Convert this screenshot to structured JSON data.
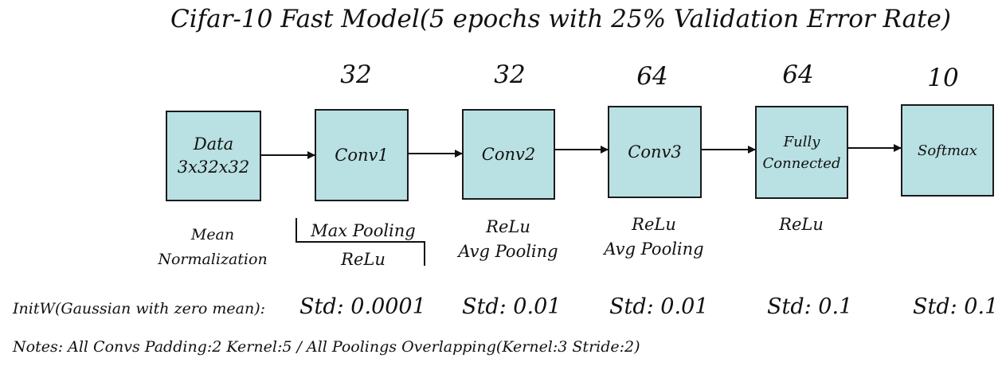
{
  "title": "Cifar-10 Fast Model(5 epochs with 25% Validation Error Rate)",
  "layers": [
    {
      "id": "data",
      "lines": [
        "Data",
        "3x32x32"
      ]
    },
    {
      "id": "conv1",
      "lines": [
        "Conv1"
      ]
    },
    {
      "id": "conv2",
      "lines": [
        "Conv2"
      ]
    },
    {
      "id": "conv3",
      "lines": [
        "Conv3"
      ]
    },
    {
      "id": "fc",
      "lines": [
        "Fully",
        "Connected"
      ]
    },
    {
      "id": "softmax",
      "lines": [
        "Softmax"
      ]
    }
  ],
  "sizes": [
    "32",
    "32",
    "64",
    "64",
    "10"
  ],
  "ops": [
    [
      "Mean",
      "Normalization"
    ],
    [
      "Max  Pooling",
      "ReLu"
    ],
    [
      "ReLu",
      "Avg  Pooling"
    ],
    [
      "ReLu",
      "Avg  Pooling"
    ],
    [
      "ReLu"
    ]
  ],
  "initw": {
    "label": "InitW(Gaussian with zero mean):",
    "values": [
      "Std: 0.0001",
      "Std: 0.01",
      "Std: 0.01",
      "Std: 0.1",
      "Std: 0.1"
    ]
  },
  "notes": "Notes: All Convs  Padding:2  Kernel:5 / All Poolings Overlapping(Kernel:3 Stride:2)"
}
